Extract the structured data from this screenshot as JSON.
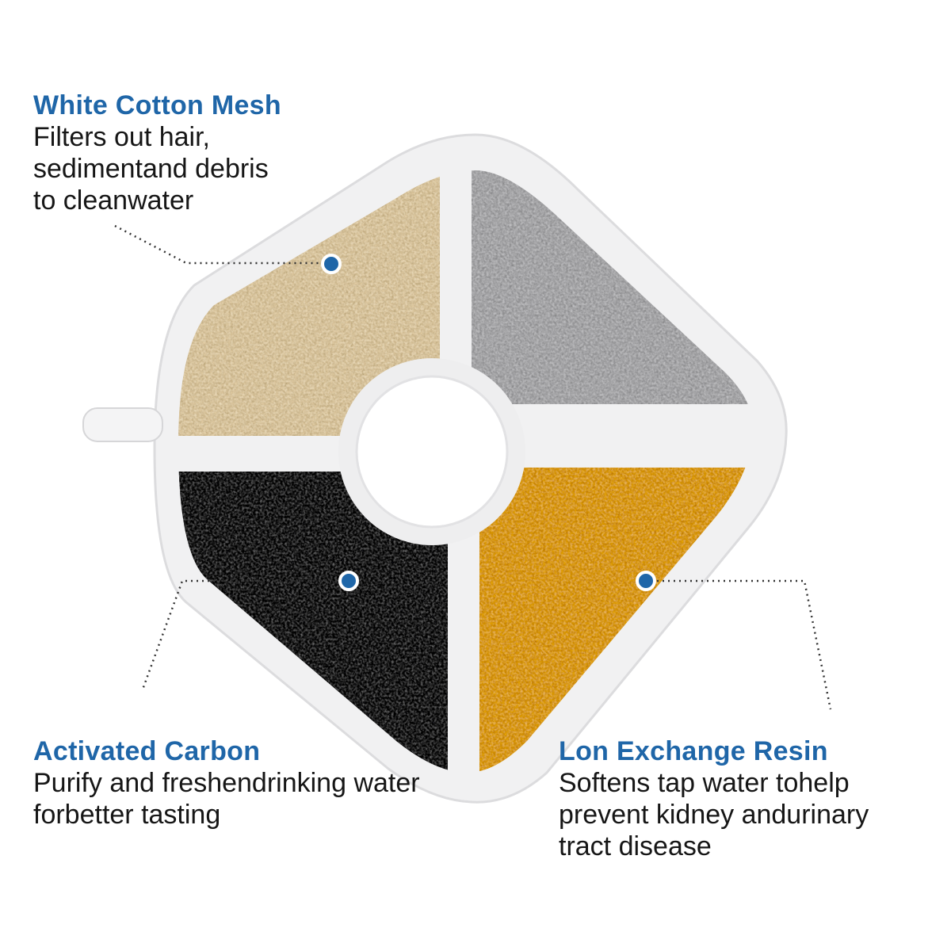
{
  "callouts": [
    {
      "title": "White Cotton Mesh",
      "lines": [
        "Filters out hair,",
        "sedimentand debris",
        "to cleanwater"
      ]
    },
    {
      "title": "Activated Carbon",
      "lines": [
        "Purify and freshendrinking water",
        "forbetter tasting"
      ]
    },
    {
      "title": "Lon Exchange Resin",
      "lines": [
        "Softens tap water tohelp",
        "prevent kidney andurinary",
        "tract disease"
      ]
    }
  ],
  "colors": {
    "accent": "#1f66a8",
    "cotton": "#efd9b0",
    "stone": "#b9b9bb",
    "carbon": "#3b3b3d",
    "resin": "#f0ad22"
  }
}
